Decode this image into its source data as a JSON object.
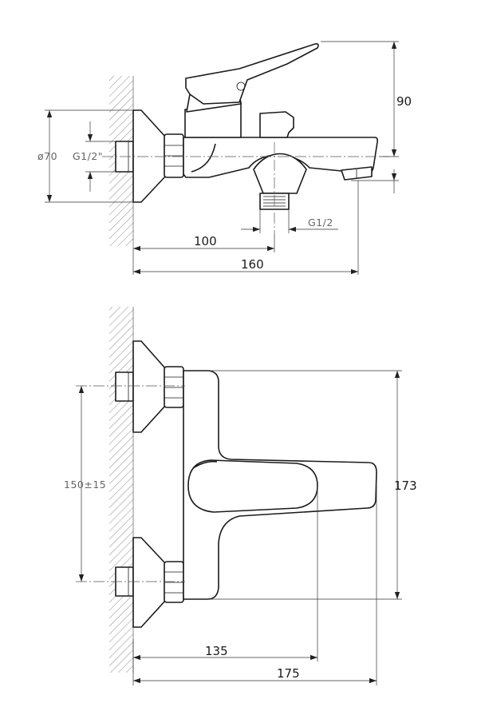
{
  "labels": {
    "diameter": "ø70",
    "inlet_thread": "G1/2\"",
    "height": "90",
    "outlet_thread": "G1/2",
    "depth_to_outlet": "100",
    "total_depth": "160",
    "center_distance": "150±15",
    "total_height": "173",
    "depth_to_handle": "135",
    "total_length": "175"
  },
  "colors": {
    "line": "#1a1a1a",
    "dimension": "#333333",
    "gray_text": "#666666"
  }
}
